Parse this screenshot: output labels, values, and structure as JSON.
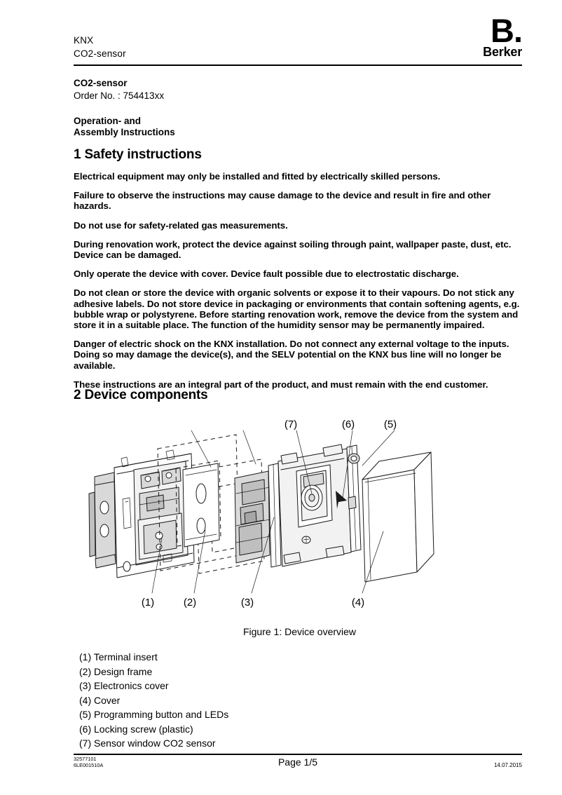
{
  "header": {
    "line1": "KNX",
    "line2": "CO2-sensor",
    "logo_mark": "B.",
    "logo_name": "Berker"
  },
  "title_block": {
    "product": "CO2-sensor",
    "order_no": "Order No. : 754413xx"
  },
  "subtitle": {
    "line1": "Operation- and",
    "line2": "Assembly Instructions"
  },
  "section1": {
    "heading": "1 Safety instructions",
    "paragraphs": [
      "Electrical equipment may only be installed and fitted by electrically skilled persons.",
      "Failure to observe the instructions may cause damage to the device and result in fire and other hazards.",
      "Do not use for safety-related gas measurements.",
      "During renovation work, protect the device against soiling through paint, wallpaper paste, dust, etc. Device can be damaged.",
      "Only operate the device with cover. Device fault possible due to electrostatic discharge.",
      "Do not clean or store the device with organic solvents or expose it to their vapours. Do not stick any adhesive labels. Do not store device in packaging or environments that contain softening agents, e.g. bubble wrap or polystyrene. Before starting renovation work, remove the device from the system and store it in a suitable place. The function of the humidity sensor may be permanently impaired.",
      "Danger of electric shock on the KNX installation. Do not connect any external voltage to the inputs. Doing so may damage the device(s), and the SELV potential on the KNX bus line will no longer be available.",
      "These instructions are an integral part of the product, and must remain with the end customer."
    ]
  },
  "section2": {
    "heading": "2 Device components",
    "figure_caption": "Figure 1: Device overview",
    "callouts": {
      "c1": "(1)",
      "c2": "(2)",
      "c3": "(3)",
      "c4": "(4)",
      "c5": "(5)",
      "c6": "(6)",
      "c7": "(7)"
    },
    "legend": [
      "(1) Terminal insert",
      "(2) Design frame",
      "(3) Electronics cover",
      "(4) Cover",
      "(5) Programming button and LEDs",
      "(6) Locking screw (plastic)",
      "(7) Sensor window CO2 sensor"
    ]
  },
  "footer": {
    "doc_no": "32577101",
    "doc_ref": "6LE001510A",
    "page": "Page 1/5",
    "date": "14.07.2015"
  },
  "colors": {
    "text": "#000000",
    "background": "#ffffff",
    "line_art_fill_light": "#f2f2f2",
    "line_art_fill_mid": "#d9d9d9",
    "line_art_fill_dark": "#bfbfbf",
    "line_art_stroke": "#1a1a1a"
  }
}
